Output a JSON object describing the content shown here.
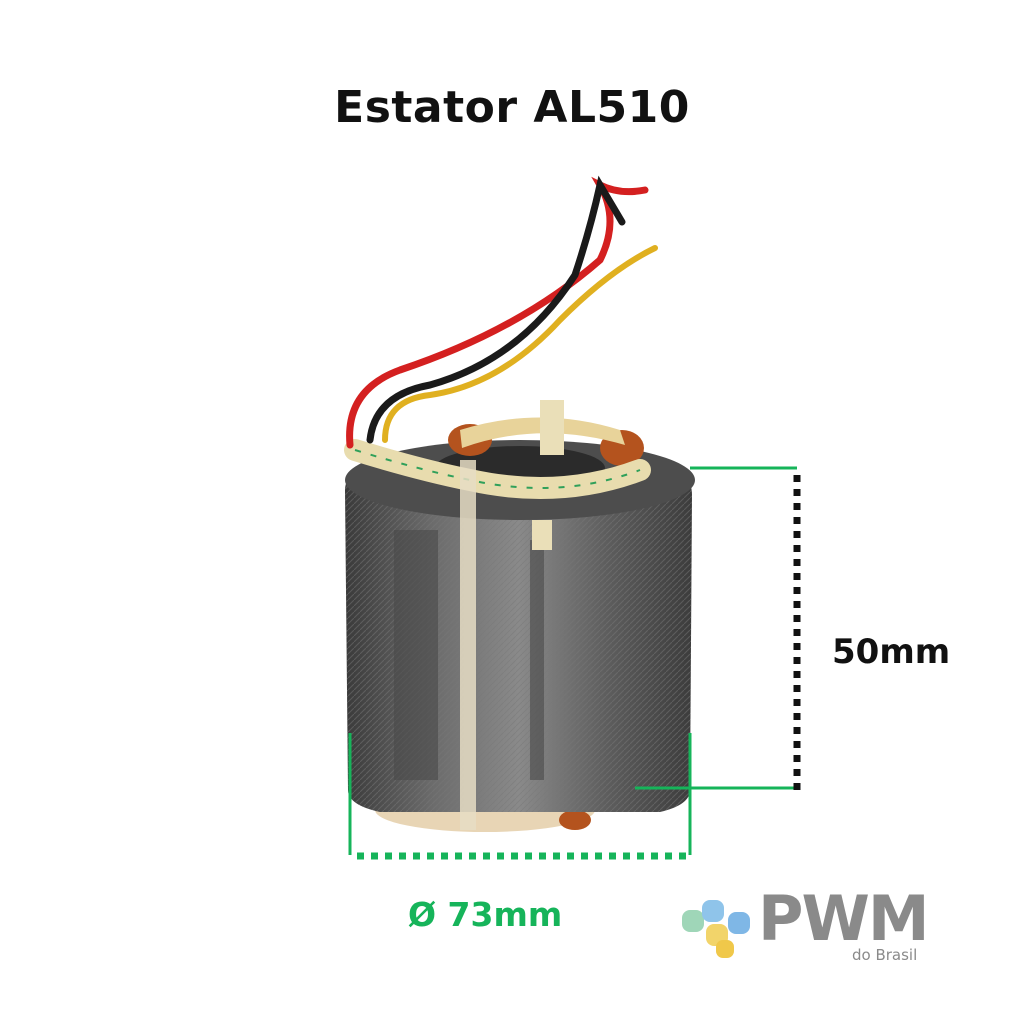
{
  "title": "Estator AL510",
  "height_label": "50mm",
  "diameter_label": "Ø 73mm",
  "logo": {
    "name": "PWM",
    "subtitle": "do Brasil"
  },
  "colors": {
    "dimension_green": "#16b45a",
    "wire_red": "#d42020",
    "wire_black": "#1a1a1a",
    "wire_yellow": "#e0b020"
  }
}
